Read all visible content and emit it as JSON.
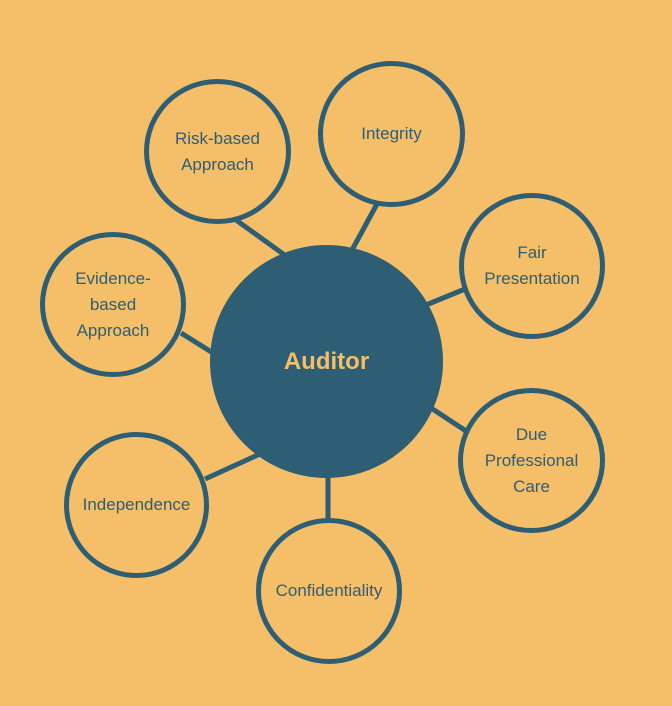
{
  "colors": {
    "background": "#F5BE69",
    "primary": "#2E5E74",
    "center_text": "#F5BE69"
  },
  "center": {
    "label": "Auditor"
  },
  "nodes": [
    {
      "id": "risk",
      "lines": [
        "Risk-based",
        "Approach"
      ]
    },
    {
      "id": "integrity",
      "lines": [
        "Integrity"
      ]
    },
    {
      "id": "fair",
      "lines": [
        "Fair",
        "Presentation"
      ]
    },
    {
      "id": "due",
      "lines": [
        "Due",
        "Professional",
        "Care"
      ]
    },
    {
      "id": "confidentiality",
      "lines": [
        "Confidentiality"
      ]
    },
    {
      "id": "independence",
      "lines": [
        "Independence"
      ]
    },
    {
      "id": "evidence",
      "lines": [
        "Evidence-",
        "based",
        "Approach"
      ]
    }
  ]
}
